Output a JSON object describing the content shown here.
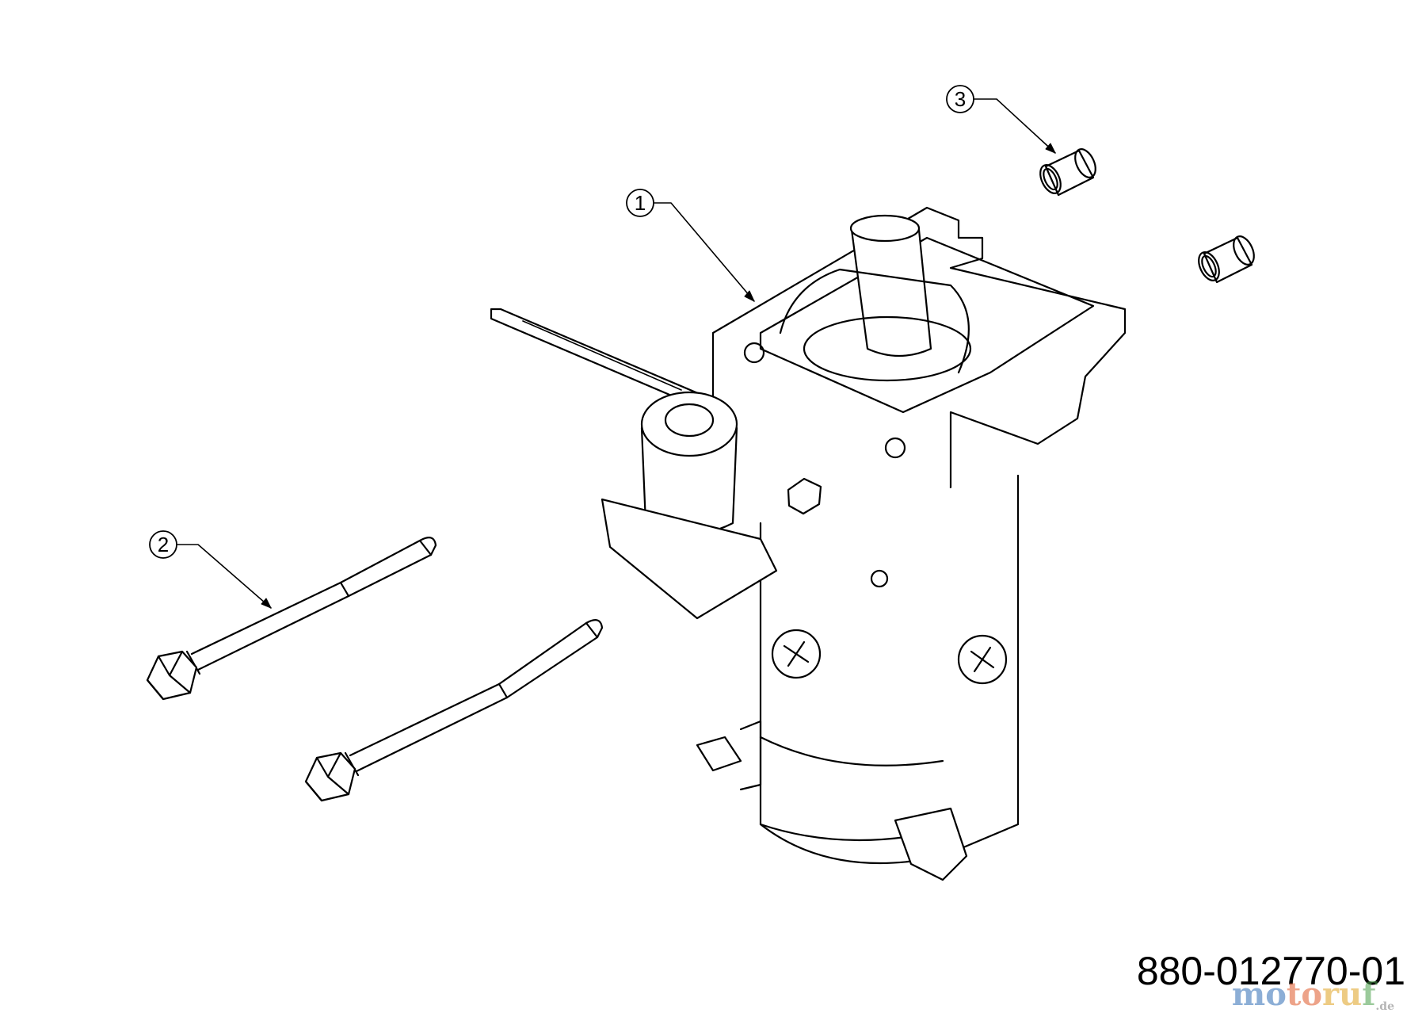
{
  "diagram": {
    "part_number": "880-012770-01",
    "watermark": {
      "parts": [
        "mo",
        "to",
        "ru",
        "f"
      ],
      "suffix": ".de"
    },
    "callouts": [
      {
        "id": "1",
        "label": "1"
      },
      {
        "id": "2",
        "label": "2"
      },
      {
        "id": "3",
        "label": "3"
      }
    ],
    "colors": {
      "line": "#000000",
      "background": "#ffffff"
    }
  }
}
